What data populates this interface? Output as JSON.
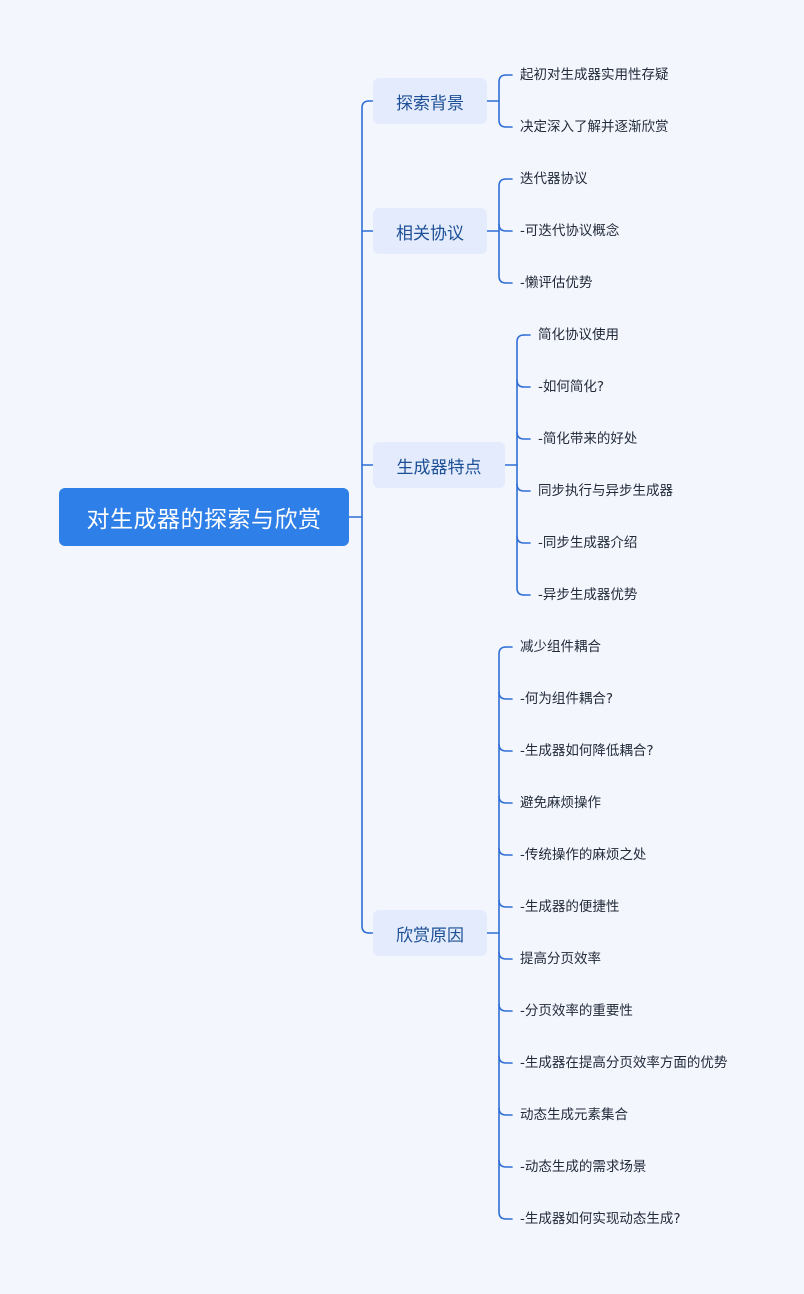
{
  "root": {
    "label": "对生成器的探索与欣赏"
  },
  "branches": [
    {
      "label": "探索背景",
      "children": [
        "起初对生成器实用性存疑",
        "决定深入了解并逐渐欣赏"
      ]
    },
    {
      "label": "相关协议",
      "children": [
        "迭代器协议",
        "-可迭代协议概念",
        "-懒评估优势"
      ]
    },
    {
      "label": "生成器特点",
      "children": [
        "简化协议使用",
        "-如何简化?",
        "-简化带来的好处",
        "同步执行与异步生成器",
        "-同步生成器介绍",
        "-异步生成器优势"
      ]
    },
    {
      "label": "欣赏原因",
      "children": [
        "减少组件耦合",
        "-何为组件耦合?",
        "-生成器如何降低耦合?",
        "避免麻烦操作",
        "-传统操作的麻烦之处",
        "-生成器的便捷性",
        "提高分页效率",
        "-分页效率的重要性",
        "-生成器在提高分页效率方面的优势",
        "动态生成元素集合",
        "-动态生成的需求场景",
        "-生成器如何实现动态生成?"
      ]
    }
  ],
  "colors": {
    "background": "#f4f6fd",
    "root_fill": "#2f7fe8",
    "branch_fill": "#e3ebfc",
    "branch_text": "#1d4f96",
    "connector": "#2f6fd6"
  }
}
